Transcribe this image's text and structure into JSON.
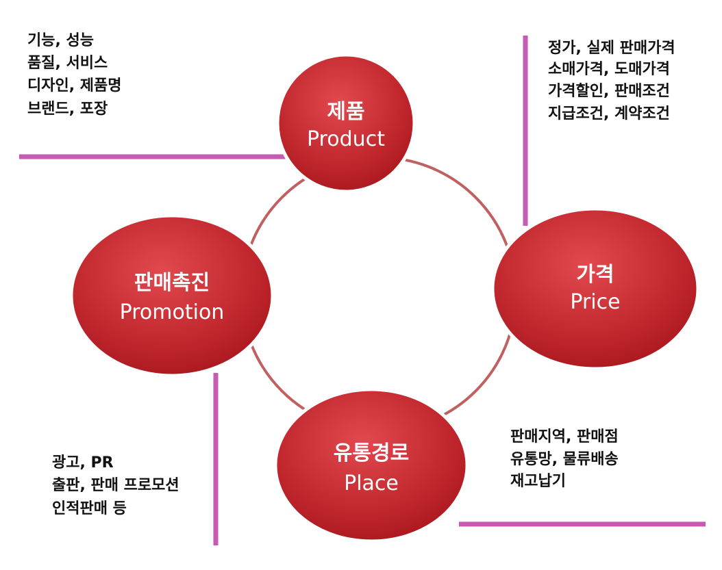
{
  "colors": {
    "node_fill_light": "#e2494f",
    "node_fill_dark": "#a8161c",
    "node_stroke": "#ffffff",
    "connector_line": "#c06060",
    "divider_line": "#c75bb3",
    "text": "#111111"
  },
  "nodes": {
    "product": {
      "ko": "제품",
      "en": "Product"
    },
    "price": {
      "ko": "가격",
      "en": "Price"
    },
    "place": {
      "ko": "유통경로",
      "en": "Place"
    },
    "promotion": {
      "ko": "판매촉진",
      "en": "Promotion"
    }
  },
  "descriptions": {
    "product": [
      "기능, 성능",
      "품질, 서비스",
      "디자인, 제품명",
      "브랜드, 포장"
    ],
    "price": [
      "정가, 실제 판매가격",
      "소매가격, 도매가격",
      "가격할인, 판매조건",
      "지급조건, 계약조건"
    ],
    "place": [
      "판매지역, 판매점",
      "유통망, 물류배송",
      "재고납기"
    ],
    "promotion": [
      "광고, PR",
      "출판, 판매 프로모션",
      "인적판매 등"
    ]
  }
}
